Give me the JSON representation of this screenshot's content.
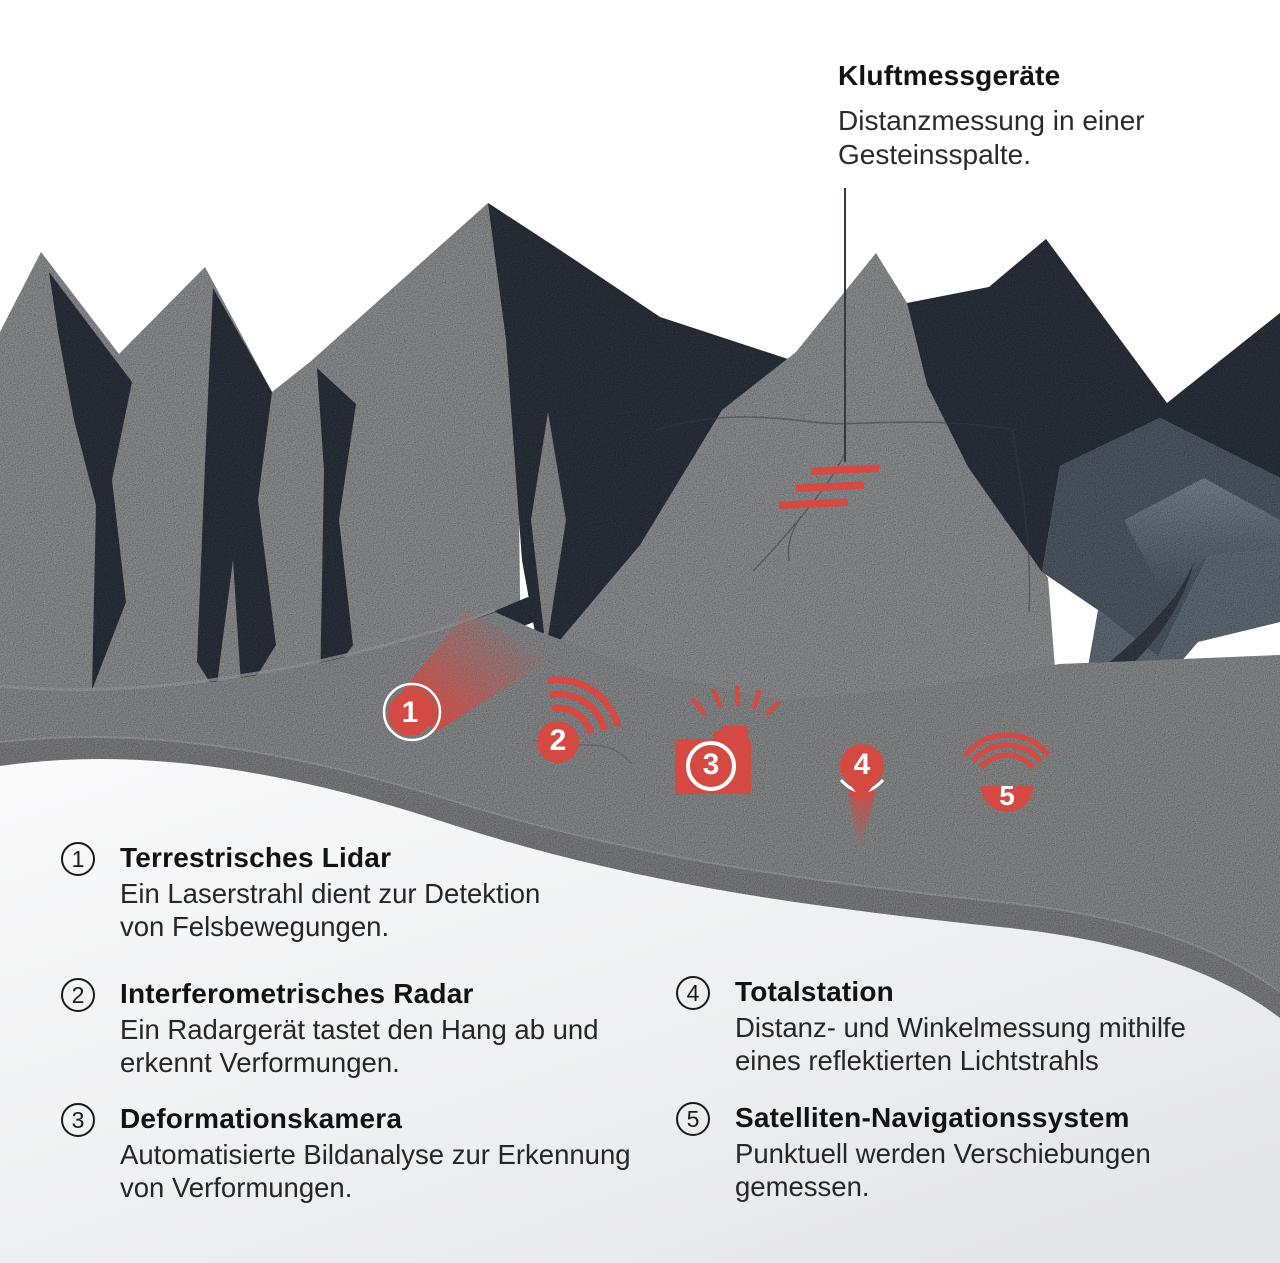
{
  "annotation": {
    "title": "Kluftmessgeräte",
    "description_line1": "Distanzmessung in einer",
    "description_line2": "Gesteinsspalte."
  },
  "markers": [
    {
      "label": "1",
      "icon": "laser-beam"
    },
    {
      "label": "2",
      "icon": "radar-waves"
    },
    {
      "label": "3",
      "icon": "camera-flash"
    },
    {
      "label": "4",
      "icon": "location-pin-beam"
    },
    {
      "label": "5",
      "icon": "satellite-dome-waves"
    }
  ],
  "legend": {
    "items": [
      {
        "num": "1",
        "title": "Terrestrisches Lidar",
        "line1": "Ein Laserstrahl dient zur Detektion",
        "line2": "von Felsbewegungen."
      },
      {
        "num": "2",
        "title": "Interferometrisches Radar",
        "line1": "Ein Radargerät tastet den Hang ab und",
        "line2": "erkennt Verformungen."
      },
      {
        "num": "3",
        "title": "Deformationskamera",
        "line1": "Automatisierte Bildanalyse zur Erkennung",
        "line2": "von Verformungen."
      },
      {
        "num": "4",
        "title": "Totalstation",
        "line1": "Distanz- und Winkelmessung mithilfe",
        "line2": "eines reflektierten Lichtstrahls"
      },
      {
        "num": "5",
        "title": "Satelliten-Navigationssystem",
        "line1": "Punktuell werden Verschiebungen",
        "line2": "gemessen."
      }
    ]
  },
  "colors": {
    "accent_red": "#d44a43",
    "dark_slate": "#3e4551",
    "light_rock": "#b6b7b9",
    "steel_blue": "#687482",
    "text": "#1c1c1c"
  }
}
